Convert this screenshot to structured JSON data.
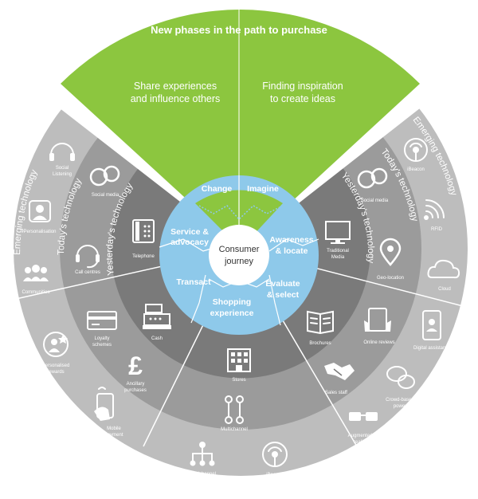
{
  "top_banner": {
    "title": "New phases in the path to purchase",
    "left_text_line1": "Share experiences",
    "left_text_line2": "and influence others",
    "right_text_line1": "Finding inspiration",
    "right_text_line2": "to create ideas",
    "color": "#8cc63f"
  },
  "rings": {
    "emerging_left": "Emerging technology",
    "emerging_right": "Emerging technology",
    "todays_left": "Today's technology",
    "todays_right": "Today's technology",
    "yesterdays_left": "Yesterday's technology",
    "yesterdays_right": "Yesterday's technology"
  },
  "phases": {
    "change": "Change",
    "imagine": "Imagine",
    "service_line1": "Service &",
    "service_line2": "advocacy",
    "awareness_line1": "Awareness",
    "awareness_line2": "& locate",
    "transact": "Transact",
    "evaluate_line1": "Evaluate",
    "evaluate_line2": "& select",
    "shopping_line1": "Shopping",
    "shopping_line2": "experience"
  },
  "centre": {
    "line1": "Consumer",
    "line2": "journey"
  },
  "icons": {
    "social_listening_line1": "Social",
    "social_listening_line2": "Listening",
    "personalisation": "Personalisation",
    "communities": "Communities",
    "social_media_left": "Social media",
    "call_centres": "Call centres",
    "telephone": "Telephone",
    "loyalty_line1": "Loyalty",
    "loyalty_line2": "schemes",
    "cash": "Cash",
    "personalised_line1": "Personalised",
    "personalised_line2": "rewards",
    "ancillary_line1": "Ancillary",
    "ancillary_line2": "purchases",
    "mobile_line1": "Mobile",
    "mobile_line2": "payment",
    "stores": "Stores",
    "multichannel": "Multichannel",
    "omnichannel": "omnichannel",
    "ibeacon_bottom": "iBeacon",
    "ibeacon_top": "iBeacon",
    "rfid": "RFID",
    "cloud": "Cloud",
    "social_media_right": "Social media",
    "traditional_line1": "Traditional",
    "traditional_line2": "Media",
    "geo_location": "Geo-location",
    "brochures": "Brochures",
    "online_reviews": "Online reviews",
    "digital_assistant": "Digital assistant",
    "sales_staff": "Sales staff",
    "crowd_line1": "Crowd-based",
    "crowd_line2": "power",
    "augmented_line1": "Augmented",
    "augmented_line2": "reality"
  },
  "colors": {
    "outer_ring": "#bdbdbd",
    "middle_ring": "#9e9e9e",
    "inner_ring": "#7a7a7a",
    "phase_ring": "#8ec9ea",
    "green": "#8cc63f"
  }
}
